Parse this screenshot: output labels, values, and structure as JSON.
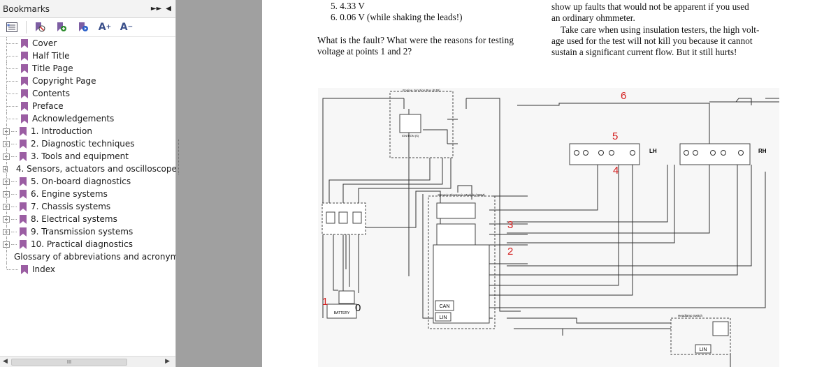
{
  "panel": {
    "title": "Bookmarks",
    "collapse_icon": "double-chevron-right-icon",
    "close_icon": "triangle-left-icon",
    "toolbar": [
      {
        "name": "expand-all-bookmarks-icon"
      },
      {
        "name": "delete-bookmark-icon"
      },
      {
        "name": "add-bookmark-icon"
      },
      {
        "name": "bookmark-properties-icon"
      },
      {
        "name": "increase-font-button",
        "label": "A",
        "sup": "+"
      },
      {
        "name": "decrease-font-button",
        "label": "A",
        "sup": "−"
      }
    ],
    "items": [
      {
        "label": "Cover",
        "expandable": false
      },
      {
        "label": "Half Title",
        "expandable": false
      },
      {
        "label": "Title Page",
        "expandable": false
      },
      {
        "label": "Copyright Page",
        "expandable": false
      },
      {
        "label": "Contents",
        "expandable": false
      },
      {
        "label": "Preface",
        "expandable": false
      },
      {
        "label": "Acknowledgements",
        "expandable": false
      },
      {
        "label": "1. Introduction",
        "expandable": true
      },
      {
        "label": "2. Diagnostic techniques",
        "expandable": true
      },
      {
        "label": "3. Tools and equipment",
        "expandable": true
      },
      {
        "label": "4. Sensors, actuators and oscilloscope",
        "expandable": true
      },
      {
        "label": "5. On-board diagnostics",
        "expandable": true
      },
      {
        "label": "6. Engine systems",
        "expandable": true
      },
      {
        "label": "7. Chassis systems",
        "expandable": true
      },
      {
        "label": "8. Electrical systems",
        "expandable": true
      },
      {
        "label": "9. Transmission systems",
        "expandable": true
      },
      {
        "label": "10. Practical diagnostics",
        "expandable": true
      },
      {
        "label": "Glossary of abbreviations and acronym",
        "expandable": false
      },
      {
        "label": "Index",
        "expandable": false
      }
    ],
    "expander_symbol": "+",
    "scroll_thumb": "III",
    "scroll_left": "◀",
    "scroll_right": "▶"
  },
  "document": {
    "left_column": [
      "5. 4.33 V",
      "6. 0.06 V (while shaking the leads!)",
      "What is the fault? What were the reasons for testing",
      "voltage at points 1 and 2?"
    ],
    "right_column": [
      "show up faults that would not be apparent if you used",
      "an ordinary ohmmeter.",
      "Take care when using insulation testers, the high volt-",
      "age used for the test will not kill you because it cannot",
      "sustain a significant current flow. But it still hurts!"
    ],
    "figure": {
      "box_labels": {
        "ejb": "Engine Junction Box (EJB)",
        "gem": "Generic Electronic Module (GEM)",
        "headlamp_switch": "Headlamp Switch",
        "battery": "BATTERY",
        "ignition": "IGNITION (S)",
        "can": "CAN",
        "lin": "LIN",
        "lh": "LH",
        "rh": "RH"
      },
      "test_points": [
        "1",
        "0",
        "2",
        "3",
        "4",
        "5",
        "6"
      ]
    }
  },
  "colors": {
    "accent": "#3a4f8a",
    "bookmark": "#9b5ea3",
    "testpoint": "#d42020"
  }
}
